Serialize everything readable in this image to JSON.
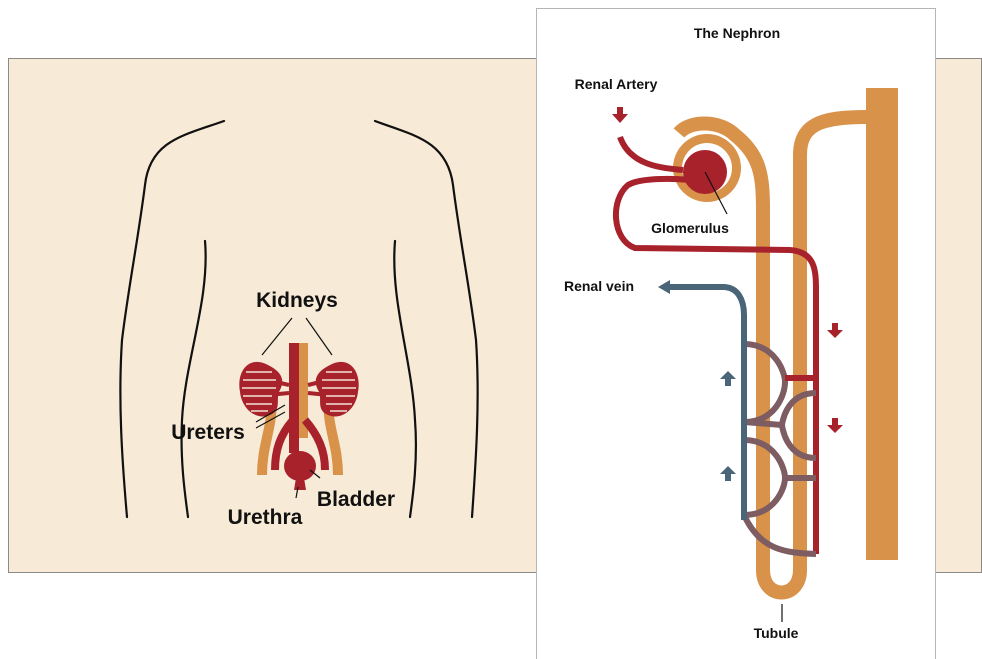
{
  "colors": {
    "background_panel": "#f7ead6",
    "artery_red": "#a8222c",
    "tubule_orange": "#d8924a",
    "vein_blue": "#4a6478",
    "capillary_mix": "#7d5c62",
    "kidney_stripe": "#f3e3d3"
  },
  "body_diagram": {
    "labels": {
      "kidneys": "Kidneys",
      "ureters": "Ureters",
      "bladder": "Bladder",
      "urethra": "Urethra"
    }
  },
  "nephron_diagram": {
    "title": "The Nephron",
    "labels": {
      "renal_artery": "Renal Artery",
      "glomerulus": "Glomerulus",
      "renal_vein": "Renal vein",
      "tubule": "Tubule"
    },
    "flow_arrows": [
      "arrow-down",
      "arrow-down",
      "arrow-down",
      "arrow-up",
      "arrow-up",
      "arrow-left"
    ]
  }
}
